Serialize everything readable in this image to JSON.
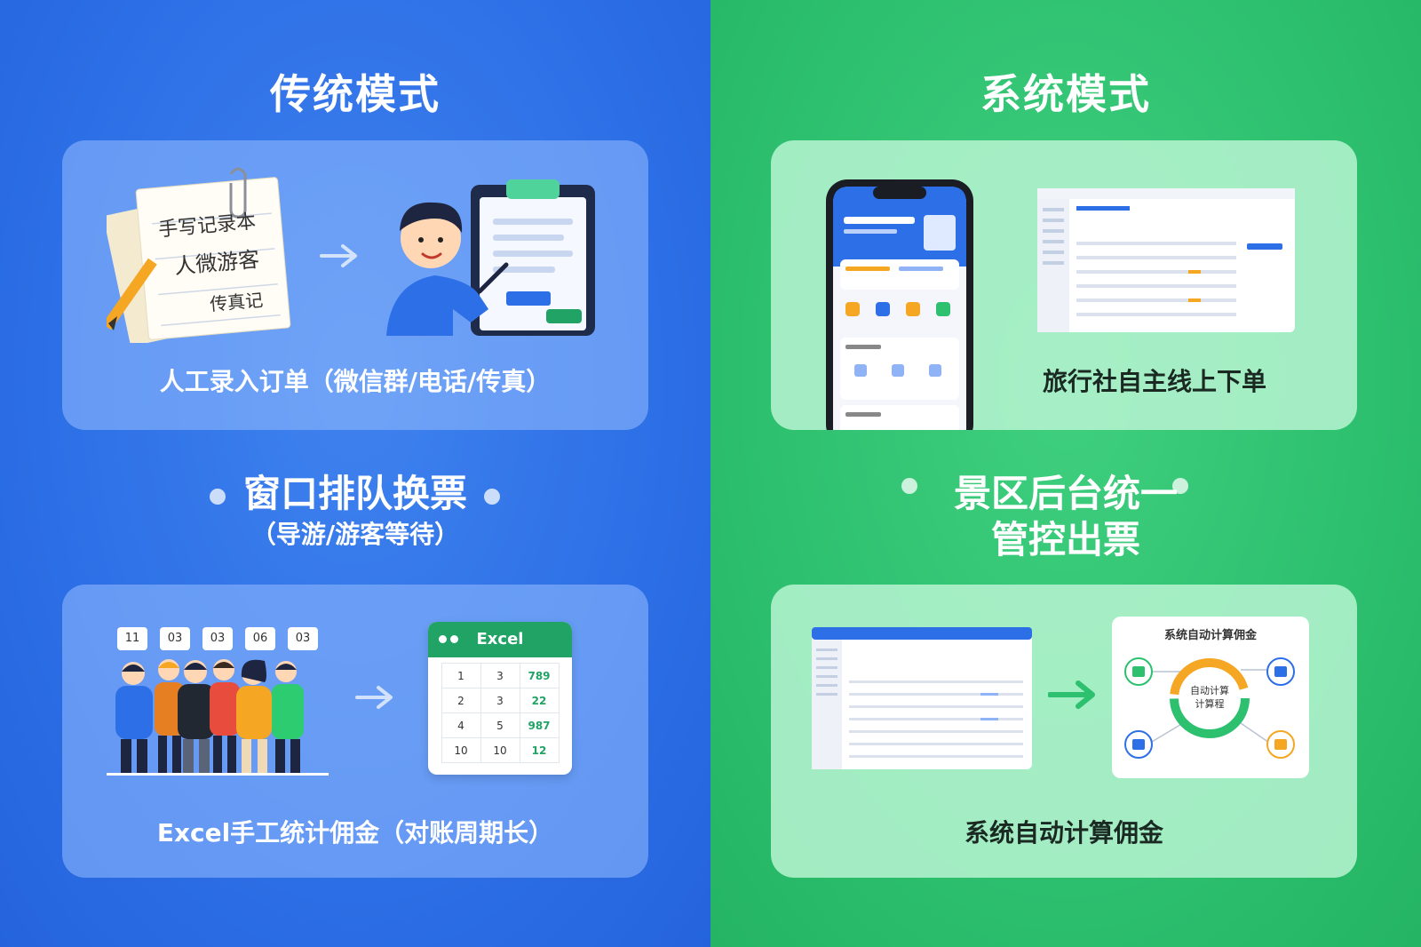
{
  "left": {
    "title": "传统模式",
    "card1": {
      "caption": "人工录入订单（微信群/电话/传真）",
      "notes": [
        "手写记录本",
        "人微游客",
        "传真记"
      ]
    },
    "middle": {
      "main": "窗口排队换票",
      "sub": "（导游/游客等待）"
    },
    "card2": {
      "caption": "Excel手工统计佣金（对账周期长）",
      "tickets": [
        "11",
        "03",
        "03",
        "06",
        "03"
      ],
      "excel_title": "Excel",
      "excel_rows": [
        [
          "1",
          "3",
          "789"
        ],
        [
          "2",
          "3",
          "22"
        ],
        [
          "4",
          "5",
          "987"
        ],
        [
          "10",
          "10",
          "12"
        ]
      ]
    }
  },
  "right": {
    "title": "系统模式",
    "card1": {
      "caption": "旅行社自主线上下单"
    },
    "middle": {
      "line1": "景区后台统一",
      "line2": "管控出票"
    },
    "card2": {
      "caption": "系统自动计算佣金",
      "diagram_title": "系统自动计算佣金",
      "diagram_center": [
        "自动计算",
        "计算程"
      ]
    }
  },
  "colors": {
    "blue": "#2d6fe6",
    "green": "#2dc06f",
    "excel_green": "#21a366",
    "orange": "#f5a623"
  }
}
